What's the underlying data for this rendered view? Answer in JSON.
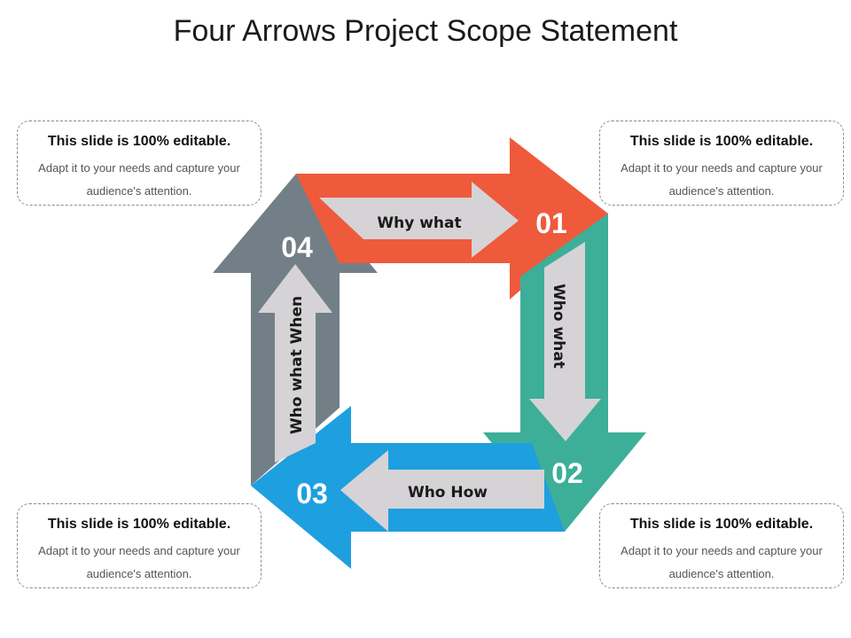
{
  "slide": {
    "title": "Four Arrows Project Scope Statement"
  },
  "colors": {
    "arrow_01": "#ee5a3b",
    "arrow_02": "#3daf98",
    "arrow_03": "#1e9fe0",
    "arrow_04": "#737f87",
    "inner_arrow": "#d6d3d6"
  },
  "arrows": [
    {
      "number": "01",
      "label": "Why what"
    },
    {
      "number": "02",
      "label": "Who what"
    },
    {
      "number": "03",
      "label": "Who How"
    },
    {
      "number": "04",
      "label": "Who what When"
    }
  ],
  "notes": [
    {
      "heading": "This slide is 100% editable.",
      "body": "Adapt it to your needs and capture your audience's attention."
    },
    {
      "heading": "This slide is 100% editable.",
      "body": "Adapt it to your needs and capture your audience's attention."
    },
    {
      "heading": "This slide is 100% editable.",
      "body": "Adapt it to your needs and capture your audience's attention."
    },
    {
      "heading": "This slide is 100% editable.",
      "body": "Adapt it to your needs and capture your audience's attention."
    }
  ]
}
